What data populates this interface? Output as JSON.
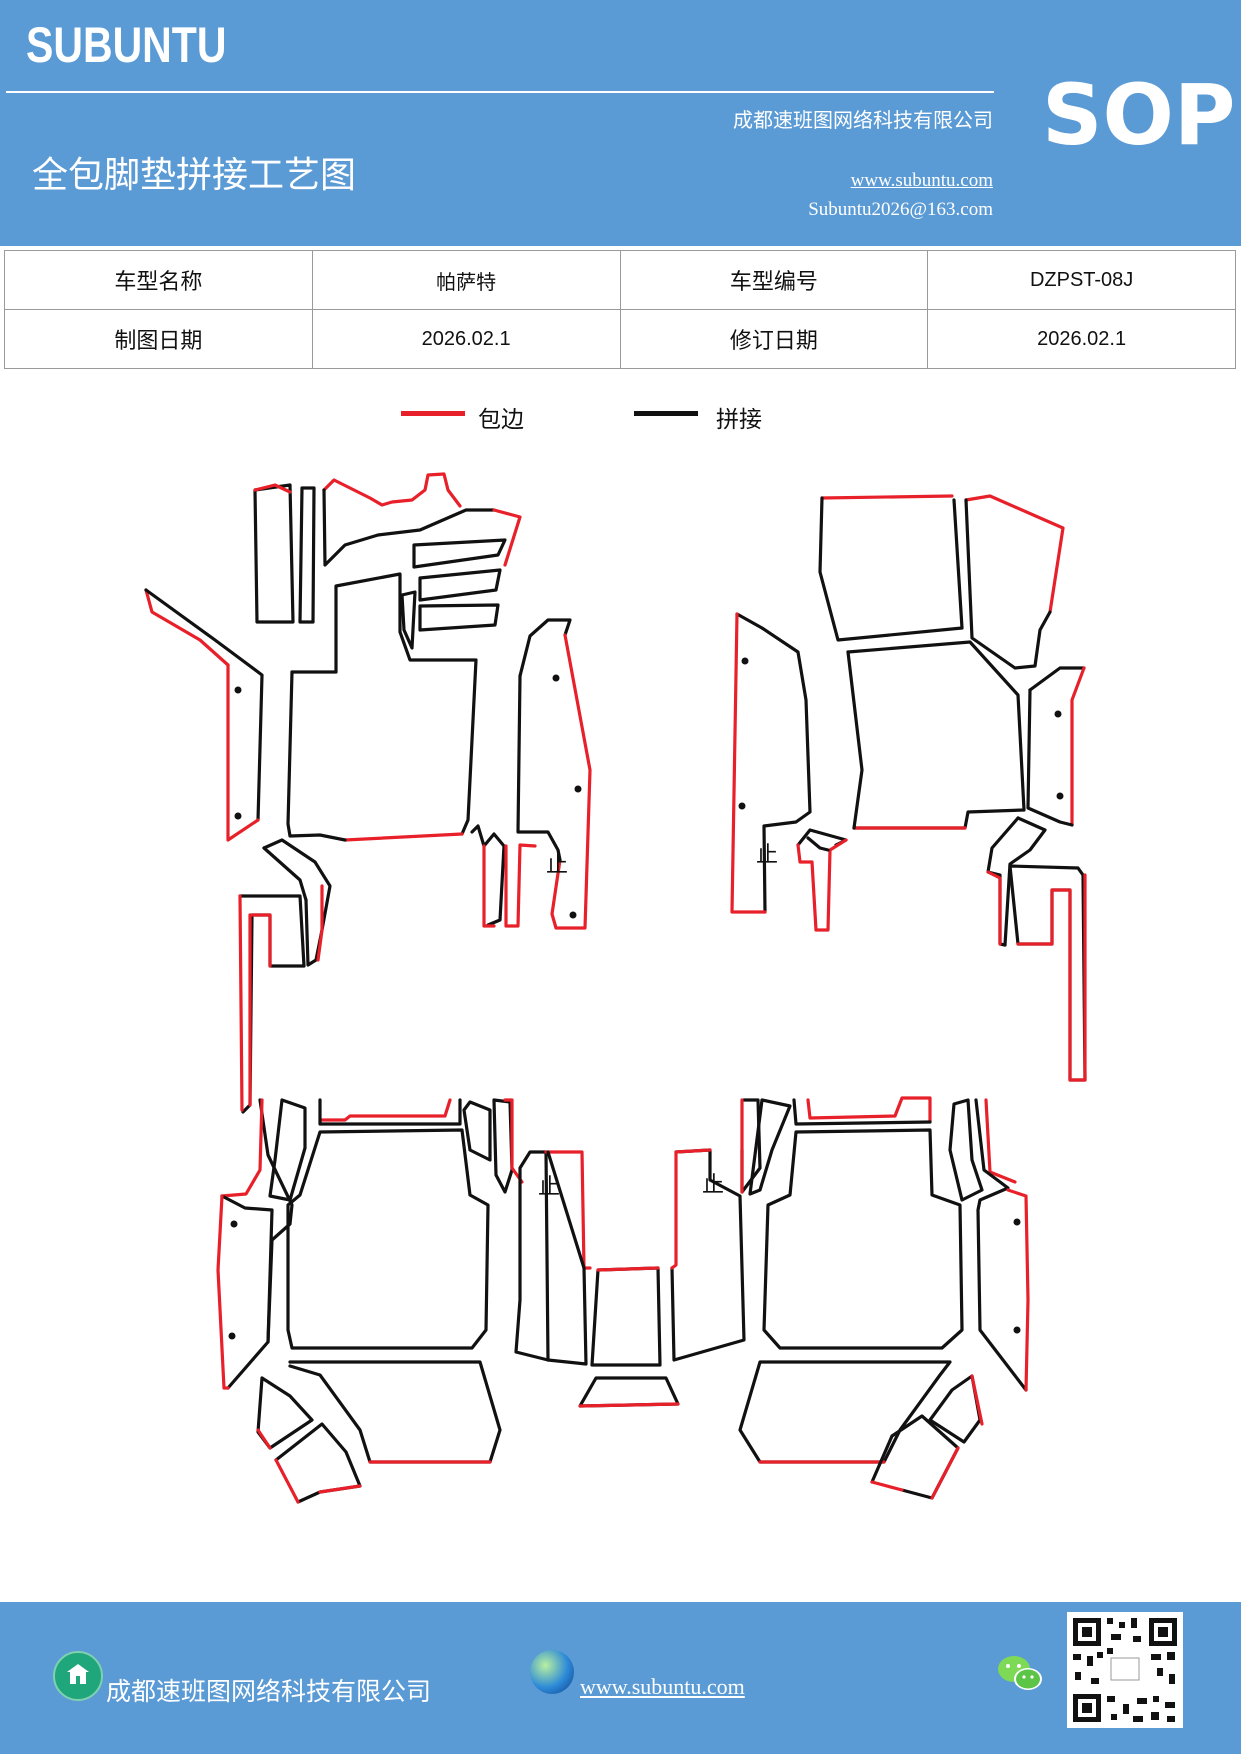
{
  "header": {
    "brand": "SUBUNTU",
    "company": "成都速班图网络科技有限公司",
    "title": "全包脚垫拼接工艺图",
    "website": "www.subuntu.com",
    "email": "Subuntu2026@163.com",
    "badge": "SOP"
  },
  "info_table": {
    "model_name_label": "车型名称",
    "model_name_value": "帕萨特",
    "model_code_label": "车型编号",
    "model_code_value": "DZPST-08J",
    "draw_date_label": "制图日期",
    "draw_date_value": "2026.02.1",
    "revise_date_label": "修订日期",
    "revise_date_value": "2026.02.1"
  },
  "legend": {
    "edge_label": "包边",
    "edge_color": "#e8202a",
    "joint_label": "拼接",
    "joint_color": "#111111"
  },
  "diagram": {
    "markers": [
      "止",
      "止",
      "止",
      "止"
    ]
  },
  "footer": {
    "company": "成都速班图网络科技有限公司",
    "website": "www.subuntu.com",
    "icons": [
      "building-icon",
      "globe-icon",
      "wechat-icon",
      "qr-code"
    ]
  }
}
